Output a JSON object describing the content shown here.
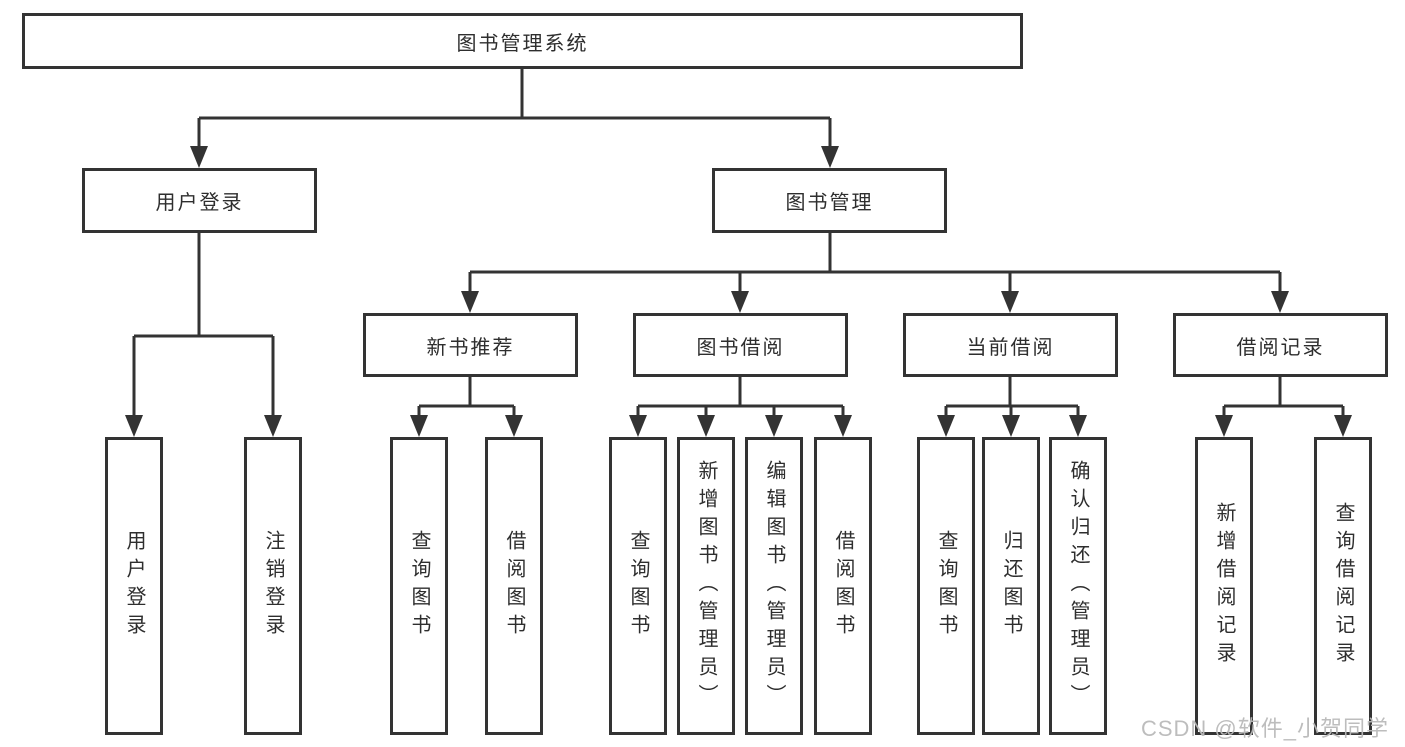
{
  "diagram": {
    "tree": {
      "label": "图书管理系统",
      "children": [
        {
          "label": "用户登录",
          "children": [
            {
              "label": "用户登录"
            },
            {
              "label": "注销登录"
            }
          ]
        },
        {
          "label": "图书管理",
          "children": [
            {
              "label": "新书推荐",
              "children": [
                {
                  "label": "查询图书"
                },
                {
                  "label": "借阅图书"
                }
              ]
            },
            {
              "label": "图书借阅",
              "children": [
                {
                  "label": "查询图书"
                },
                {
                  "label": "新增图书（管理员）"
                },
                {
                  "label": "编辑图书（管理员）"
                },
                {
                  "label": "借阅图书"
                }
              ]
            },
            {
              "label": "当前借阅",
              "children": [
                {
                  "label": "查询图书"
                },
                {
                  "label": "归还图书"
                },
                {
                  "label": "确认归还（管理员）"
                }
              ]
            },
            {
              "label": "借阅记录",
              "children": [
                {
                  "label": "新增借阅记录"
                },
                {
                  "label": "查询借阅记录"
                }
              ]
            }
          ]
        }
      ]
    },
    "watermark": {
      "text": "CSDN @软件_小贺同学"
    },
    "colors": {
      "line": "#333333",
      "text": "#2e2e2e",
      "watermark": "#b9b9b9",
      "background": "#ffffff"
    }
  }
}
